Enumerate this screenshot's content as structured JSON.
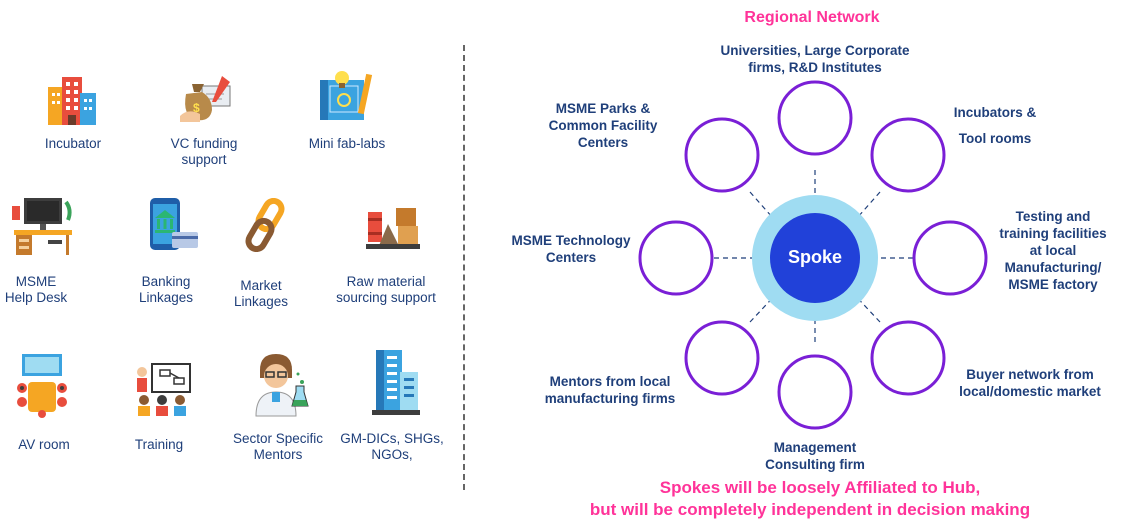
{
  "left_panel": {
    "services": [
      {
        "id": "incubator",
        "label": "Incubator",
        "icon": "building-icon"
      },
      {
        "id": "vc",
        "label": "VC funding\nsupport",
        "icon": "money-bag-icon"
      },
      {
        "id": "fab",
        "label": "Mini fab-labs",
        "icon": "blueprint-icon"
      },
      {
        "id": "helpdesk",
        "label": "MSME\nHelp Desk",
        "icon": "desk-icon"
      },
      {
        "id": "banking",
        "label": "Banking\nLinkages",
        "icon": "mobile-bank-icon"
      },
      {
        "id": "market",
        "label": "Market\nLinkages",
        "icon": "chain-link-icon"
      },
      {
        "id": "raw",
        "label": "Raw material\nsourcing support",
        "icon": "materials-icon"
      },
      {
        "id": "av",
        "label": "AV room",
        "icon": "meeting-room-icon"
      },
      {
        "id": "training",
        "label": "Training",
        "icon": "classroom-icon"
      },
      {
        "id": "mentors",
        "label": "Sector Specific\nMentors",
        "icon": "scientist-icon"
      },
      {
        "id": "gm",
        "label": "GM-DICs, SHGs,\nNGOs,",
        "icon": "office-building-icon"
      }
    ]
  },
  "network": {
    "title": "Regional Network",
    "hub_label": "Spoke",
    "nodes": [
      {
        "id": "top",
        "label": "Universities, Large Corporate\nfirms, R&D Institutes"
      },
      {
        "id": "top_right",
        "label": "Incubators &\nTool rooms"
      },
      {
        "id": "right",
        "label": "Testing and\ntraining facilities\nat local\nManufacturing/\nMSME factory"
      },
      {
        "id": "bottom_right",
        "label": "Buyer network from\nlocal/domestic market"
      },
      {
        "id": "bottom",
        "label": "Management\nConsulting firm"
      },
      {
        "id": "bottom_left",
        "label": "Mentors from local\nmanufacturing firms"
      },
      {
        "id": "left",
        "label": "MSME Technology\nCenters"
      },
      {
        "id": "top_left",
        "label": "MSME Parks &\nCommon Facility\nCenters"
      }
    ],
    "footer_line1": "Spokes will be loosely Affiliated to Hub,",
    "footer_line2": "but will be completely independent in decision making"
  },
  "colors": {
    "title_pink": "#ff3399",
    "node_text": "#1f3f7a",
    "circle_purple": "#7a1fd6",
    "hub_blue": "#2141d9",
    "hub_halo": "#9fdcf2"
  }
}
